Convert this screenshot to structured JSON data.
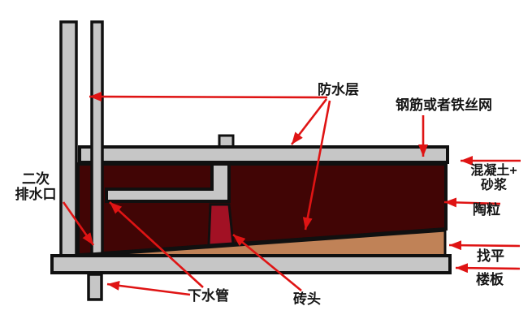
{
  "diagram": {
    "type": "construction-cross-section",
    "labels": {
      "waterproof_layer": "防水层",
      "rebar_or_wire_mesh": "钢筋或者铁丝网",
      "concrete_mortar_line1": "混凝土+",
      "concrete_mortar_line2": "砂浆",
      "ceramsite": "陶粒",
      "leveling": "找平",
      "floor_slab": "楼板",
      "secondary_drain_line1": "二次",
      "secondary_drain_line2": "排水口",
      "drain_pipe": "下水管",
      "brick": "砖头"
    },
    "colors": {
      "background": "#ffffff",
      "outline": "#101010",
      "concrete-gray": "#c6c6c6",
      "ceramsite-maroon": "#410505",
      "leveling-tan": "#c08257",
      "brick-red": "#a21124",
      "arrow-red": "#df1414",
      "label-text": "#161616"
    }
  }
}
